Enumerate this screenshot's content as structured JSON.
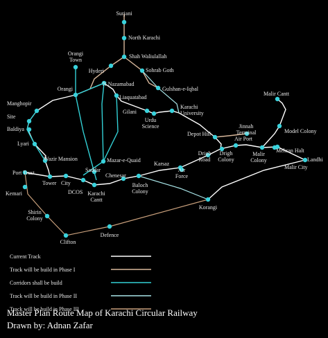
{
  "colors": {
    "background": "#000000",
    "current": "#ffffff",
    "phase1": "#d9b89c",
    "corridor": "#33d1d6",
    "phase2": "#a9e6e9",
    "phase3": "#c9a07c",
    "station": "#39d2dc",
    "label": "#e8e8e8"
  },
  "stations": [
    {
      "id": "surjani",
      "lines": [
        "Surjani"
      ]
    },
    {
      "id": "north_karachi",
      "lines": [
        "North Karachi"
      ]
    },
    {
      "id": "orangi_town",
      "lines": [
        "Orangi",
        "Town"
      ]
    },
    {
      "id": "shah_waliullah",
      "lines": [
        "Shah Waliulallah"
      ]
    },
    {
      "id": "hyderi",
      "lines": [
        "Hyderi"
      ]
    },
    {
      "id": "sohrab_goth",
      "lines": [
        "Sohrab Goth"
      ]
    },
    {
      "id": "orangi",
      "lines": [
        "Orangi"
      ]
    },
    {
      "id": "n_nazimabad",
      "lines": [
        "N.Nazamabad"
      ]
    },
    {
      "id": "liaquatabad",
      "lines": [
        "Liaquatabad"
      ]
    },
    {
      "id": "gulshan",
      "lines": [
        "Gulshan-e-Iqbal"
      ]
    },
    {
      "id": "manghopir",
      "lines": [
        "Manghopir"
      ]
    },
    {
      "id": "gilani",
      "lines": [
        "Gilani"
      ]
    },
    {
      "id": "urdu_science",
      "lines": [
        "Urdu",
        "Science"
      ]
    },
    {
      "id": "karachi_university",
      "lines": [
        "Karachi",
        "University"
      ]
    },
    {
      "id": "site",
      "lines": [
        "Site"
      ]
    },
    {
      "id": "malir_cantt",
      "lines": [
        "Malir Cantt"
      ]
    },
    {
      "id": "baldiya",
      "lines": [
        "Baldiya"
      ]
    },
    {
      "id": "model_colony",
      "lines": [
        "Model Colony"
      ]
    },
    {
      "id": "jinnah_terminal",
      "lines": [
        "Jinnah",
        "Terminal"
      ]
    },
    {
      "id": "depot_hill",
      "lines": [
        "Depot Hill"
      ]
    },
    {
      "id": "lyari",
      "lines": [
        "Lyari"
      ]
    },
    {
      "id": "wazir_mansion",
      "lines": [
        "Wazir Mansion"
      ]
    },
    {
      "id": "mazar_e_quaid",
      "lines": [
        "Mazar-e-Quaid"
      ]
    },
    {
      "id": "mehran_halt",
      "lines": [
        "Mehran Halt"
      ]
    },
    {
      "id": "air_port",
      "lines": [
        "Air Port"
      ]
    },
    {
      "id": "karsaz",
      "lines": [
        "Karsaz"
      ]
    },
    {
      "id": "saddar",
      "lines": [
        "Saddar"
      ]
    },
    {
      "id": "port_trust",
      "lines": [
        "Port Trust"
      ]
    },
    {
      "id": "malir_city",
      "lines": [
        "Malir City"
      ]
    },
    {
      "id": "air_force",
      "lines": [
        "Air",
        "Force"
      ]
    },
    {
      "id": "drigh_road",
      "lines": [
        "Drigh",
        "Road"
      ]
    },
    {
      "id": "drigh_colony",
      "lines": [
        "Drigh",
        "Colony"
      ]
    },
    {
      "id": "malir_colony",
      "lines": [
        "Malir",
        "Colony"
      ]
    },
    {
      "id": "chenesar",
      "lines": [
        "Chenesar"
      ]
    },
    {
      "id": "landhi",
      "lines": [
        "Landhi"
      ]
    },
    {
      "id": "tower",
      "lines": [
        "Tower"
      ]
    },
    {
      "id": "city",
      "lines": [
        "City"
      ]
    },
    {
      "id": "kemari",
      "lines": [
        "Kemari"
      ]
    },
    {
      "id": "baloch_colony",
      "lines": [
        "Baloch",
        "Colony"
      ]
    },
    {
      "id": "dcos",
      "lines": [
        "DCOS"
      ]
    },
    {
      "id": "karachi_cantt",
      "lines": [
        "Karachi",
        "Cantt"
      ]
    },
    {
      "id": "korangi",
      "lines": [
        "Korangi"
      ]
    },
    {
      "id": "shirin_colony",
      "lines": [
        "Shirin",
        "Colony"
      ]
    },
    {
      "id": "defence",
      "lines": [
        "Defence"
      ]
    },
    {
      "id": "clifton",
      "lines": [
        "Clifton"
      ]
    }
  ],
  "legend": [
    {
      "label": "Current Track",
      "color": "current"
    },
    {
      "label": "Track will be build in Phase I",
      "color": "phase1"
    },
    {
      "label": "Corridors shall be build",
      "color": "corridor"
    },
    {
      "label": "Track will be build in Phase II",
      "color": "phase2"
    },
    {
      "label": "Track will be build in Phase III",
      "color": "phase3"
    }
  ],
  "title": "Master Plan Route Map of Karachi Circular Railway",
  "credit": "Drawn by: Adnan Zafar"
}
